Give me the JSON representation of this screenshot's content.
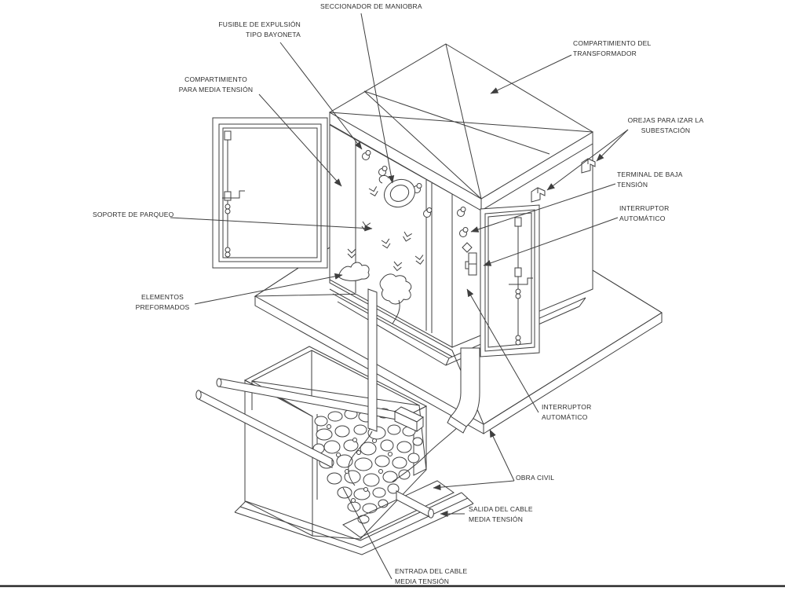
{
  "drawing": {
    "type": "isometric technical diagram of a pad-mounted electrical substation",
    "labels": {
      "seccionador": {
        "line1": "SECCIONADOR DE MANIOBRA"
      },
      "fusible": {
        "line1": "FUSIBLE DE EXPULSIÓN",
        "line2": "TIPO BAYONETA"
      },
      "comp_mt": {
        "line1": "COMPARTIMIENTO",
        "line2": "PARA MEDIA TENSIÓN"
      },
      "comp_trafo": {
        "line1": "COMPARTIMIENTO DEL",
        "line2": "TRANSFORMADOR"
      },
      "orejas": {
        "line1": "OREJAS PARA IZAR LA",
        "line2": "SUBESTACIÓN"
      },
      "terminal_bt": {
        "line1": "TERMINAL DE BAJA",
        "line2": "TENSIÓN"
      },
      "interruptor1": {
        "line1": "INTERRUPTOR",
        "line2": "AUTOMÁTICO"
      },
      "soporte": {
        "line1": "SOPORTE DE PARQUEO"
      },
      "elementos": {
        "line1": "ELEMENTOS",
        "line2": "PREFORMADOS"
      },
      "interruptor2": {
        "line1": "INTERRUPTOR",
        "line2": "AUTOMÁTICO"
      },
      "obra_civil": {
        "line1": "OBRA CIVIL"
      },
      "salida": {
        "line1": "SALIDA DEL CABLE",
        "line2": "MEDIA TENSIÓN"
      },
      "entrada": {
        "line1": "ENTRADA DEL CABLE",
        "line2": "MEDIA TENSIÓN"
      }
    },
    "colors": {
      "line": "#3f3f3f",
      "text": "#2d2d2d",
      "background": "#ffffff",
      "border": "#2b2b2b"
    }
  }
}
